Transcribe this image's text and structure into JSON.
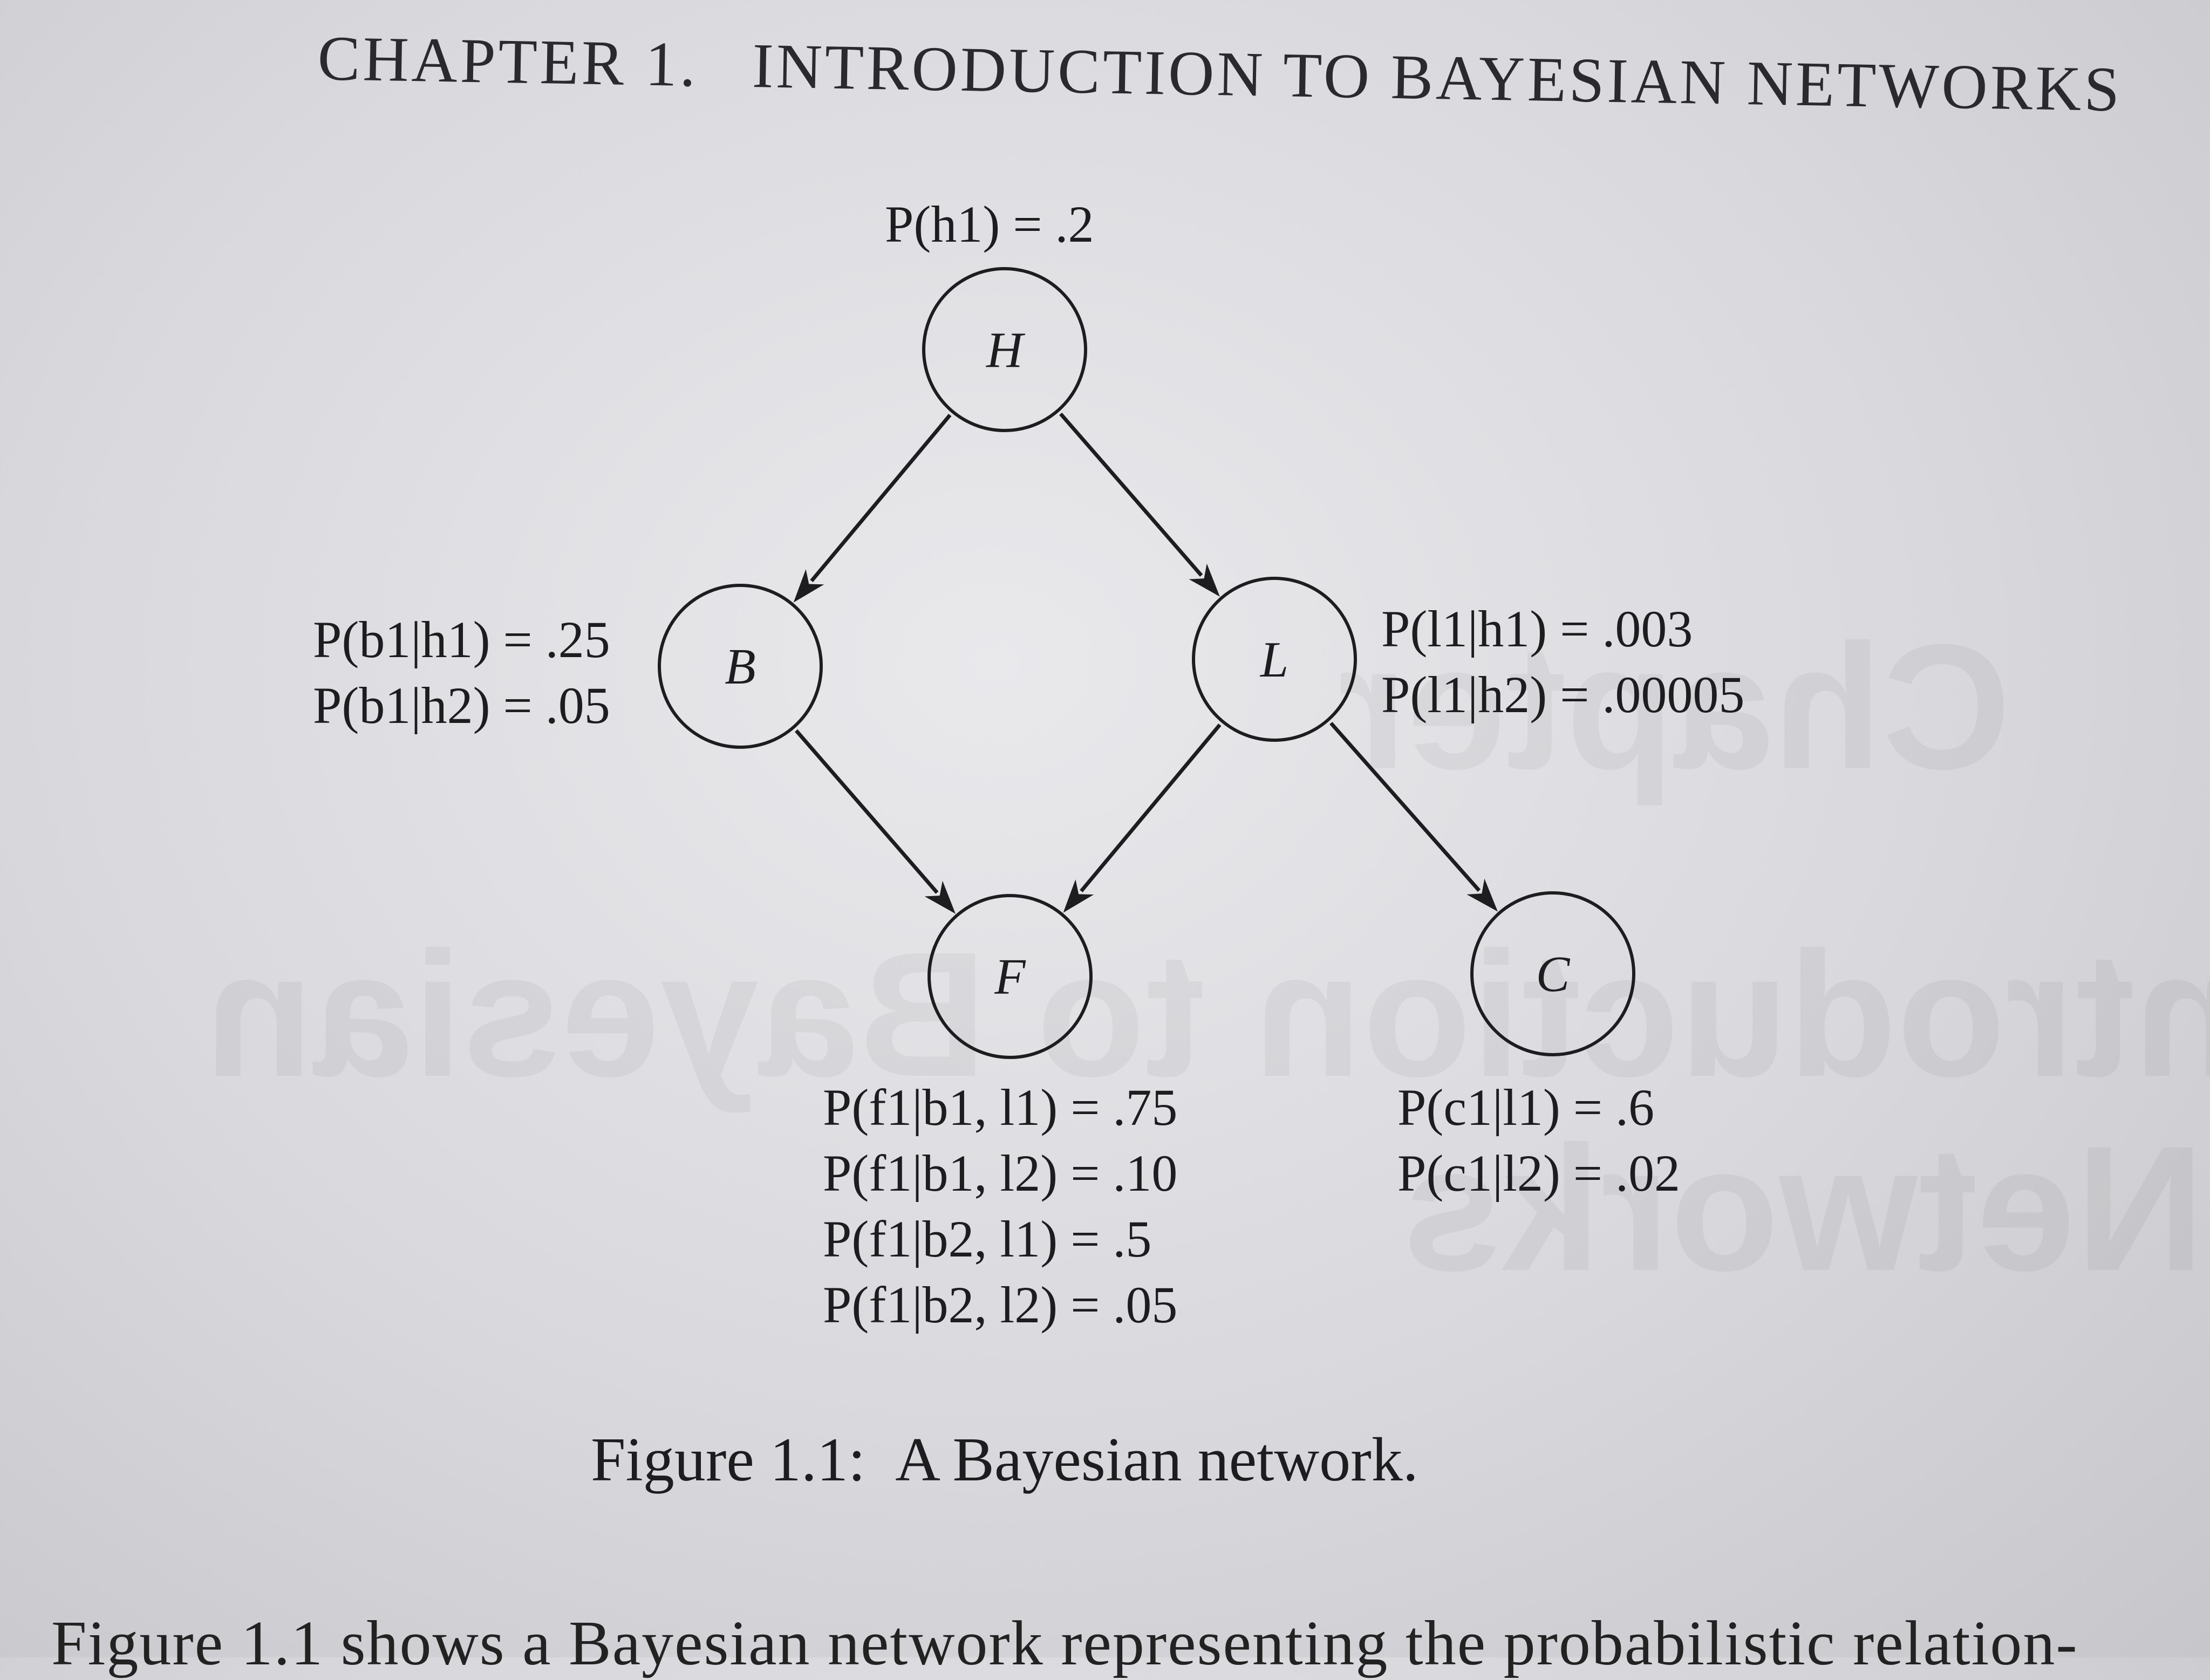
{
  "header": {
    "chapter": "CHAPTER 1.",
    "title": "INTRODUCTION TO BAYESIAN NETWORKS"
  },
  "network": {
    "nodes": [
      {
        "id": "H",
        "label": "H"
      },
      {
        "id": "B",
        "label": "B"
      },
      {
        "id": "L",
        "label": "L"
      },
      {
        "id": "F",
        "label": "F"
      },
      {
        "id": "C",
        "label": "C"
      }
    ],
    "edges": [
      {
        "from": "H",
        "to": "B"
      },
      {
        "from": "H",
        "to": "L"
      },
      {
        "from": "B",
        "to": "F"
      },
      {
        "from": "L",
        "to": "F"
      },
      {
        "from": "L",
        "to": "C"
      }
    ],
    "probabilities": {
      "H": [
        "P(h1) = .2"
      ],
      "B": [
        "P(b1|h1) = .25",
        "P(b1|h2) = .05"
      ],
      "L": [
        "P(l1|h1) = .003",
        "P(l1|h2) = .00005"
      ],
      "F": [
        "P(f1|b1, l1) = .75",
        "P(f1|b1, l2) = .10",
        "P(f1|b2, l1) = .5",
        "P(f1|b2, l2) = .05"
      ],
      "C": [
        "P(c1|l1) = .6",
        "P(c1|l2) = .02"
      ]
    }
  },
  "caption": {
    "number": "Figure 1.1:",
    "text": "A Bayesian network."
  },
  "bleed_through": [
    "Chapter",
    "Introduction to Bayesian",
    "Networks"
  ],
  "body_text": "Figure 1.1 shows a Bayesian network representing the probabilistic relation-"
}
